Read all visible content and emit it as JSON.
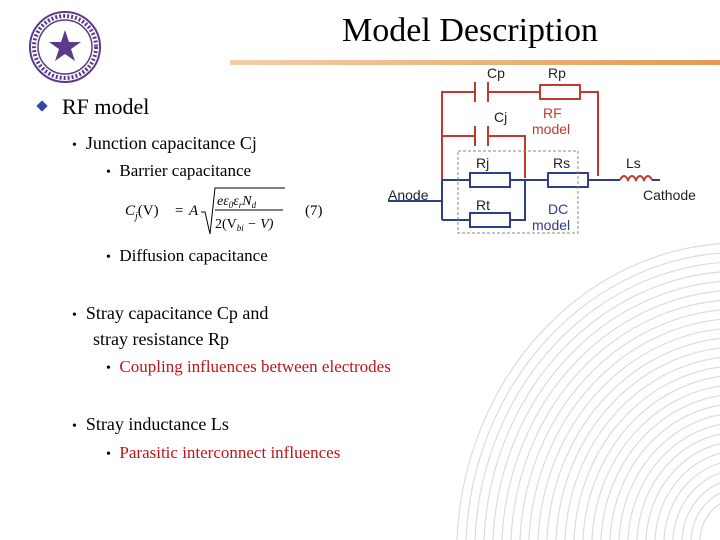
{
  "slide": {
    "title": "Model Description",
    "section_heading": "RF model",
    "items": [
      {
        "text": "Junction capacitance Cj"
      },
      {
        "text": "Barrier capacitance"
      },
      {
        "text": "Diffusion capacitance"
      },
      {
        "text": "Stray capacitance Cp and"
      },
      {
        "text": "stray resistance Rp"
      },
      {
        "text": "Coupling influences between electrodes"
      },
      {
        "text": "Stray inductance Ls"
      },
      {
        "text": "Parasitic interconnect influences"
      }
    ],
    "equation": {
      "lhs": "C",
      "lhs_sub": "j",
      "lhs_arg": "(V)",
      "eq": "=",
      "coef": "A",
      "num_pre": "eε",
      "num_sub0": "0",
      "num_mid": "ε",
      "num_subr": "r",
      "num_post": "N",
      "num_subd": "d",
      "den_pre": "2(V",
      "den_sub": "bi",
      "den_post": " − V)",
      "number": "(7)"
    }
  },
  "circuit": {
    "labels": {
      "cp": "Cp",
      "rp": "Rp",
      "cj": "Cj",
      "rf1": "RF",
      "rf2": "model",
      "rj": "Rj",
      "rs": "Rs",
      "ls": "Ls",
      "anode": "Anode",
      "cathode": "Cathode",
      "rt": "Rt",
      "dc1": "DC",
      "dc2": "model"
    }
  },
  "colors": {
    "wire_red": "#c0392b",
    "wire_blue": "#2c3e8c",
    "accent_orange": "#e39a55",
    "text_red": "#c1141b",
    "logo_purple": "#5b3a8c"
  },
  "icons": {
    "logo": "university-seal-icon",
    "bullet_level1": "diamond-bullet-icon",
    "bullet_level2": "dot-bullet-icon"
  }
}
